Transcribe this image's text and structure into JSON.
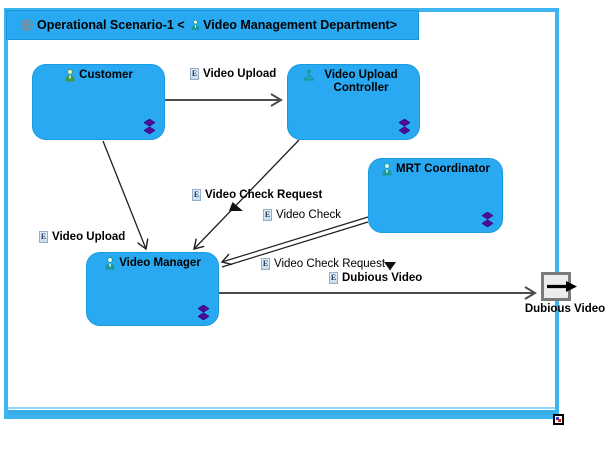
{
  "header": {
    "prefix": "Operational Scenario-1 < ",
    "entity": "Video Management Department>"
  },
  "nodes": {
    "customer": {
      "label": "Customer",
      "icon": "customer-person-icon"
    },
    "video_upload_controller": {
      "label": "Video Upload Controller",
      "icon": "entity-icon"
    },
    "mrt_coordinator": {
      "label": "MRT Coordinator",
      "icon": "person-icon"
    },
    "video_manager": {
      "label": "Video Manager",
      "icon": "person-icon"
    }
  },
  "exchange_labels": {
    "video_upload_top": "Video Upload",
    "video_upload_left": "Video Upload",
    "video_check_request_mid": "Video Check Request",
    "video_check": "Video Check",
    "video_check_request_right": "Video Check Request",
    "dubious_video_exchange": "Dubious Video"
  },
  "exchange_item_glyph": "E",
  "port": {
    "label": "Dubious Video"
  },
  "colors": {
    "node_fill": "#29a9f2",
    "titlebar_fill": "#29a9f2",
    "frame_border": "#3cb4ef",
    "diamond": "#4f0b9e",
    "line": "#1f1f1f",
    "line_gray": "#4d4d4d",
    "port_border": "#7a7a7a",
    "port_fill": "#ececec"
  }
}
